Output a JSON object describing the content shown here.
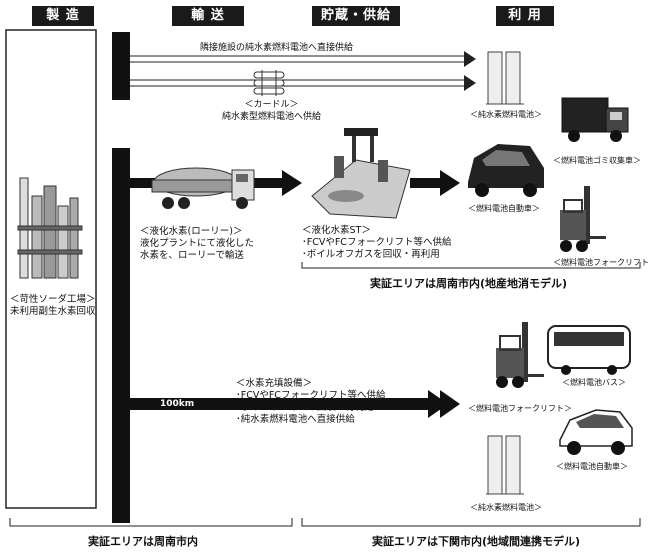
{
  "headers": [
    "製 造",
    "輸 送",
    "貯蔵・供給",
    "利 用"
  ],
  "pipeline_text": "隣接施設の純水素燃料電池へ直接供給",
  "curdle_text": "＜カードル＞\n純水素型燃料電池へ供給",
  "lorry_text": "＜液化水素(ローリー)＞\n液化プラントにて液化した\n水素を、ローリーで輸送",
  "factory_text": "＜苛性ソーダ工場＞\n未利用副生水素回収",
  "station_text": "＜液化水素ST＞\n･FCVやFCフォークリフト等へ供給\n･ボイルオフガスを回収・再利用",
  "area1_title": "実証エリアは周南市内(地産地消モデル)",
  "distance_label": "100km",
  "facility_text": "＜水素充填設備＞\n･FCVやFCフォークリフト等へ供給\n･ボイルオフガスの回収・再利用\n･純水素燃料電池へ直接供給",
  "captions": {
    "fuel_cell_1": "＜純水素燃料電池＞",
    "garbage_truck": "＜燃料電池ゴミ収集車＞",
    "fc_vehicle_1": "＜燃料電池自動車＞",
    "forklift_1": "＜燃料電池フォークリフト＞",
    "fc_bus": "＜燃料電池バス＞",
    "forklift_2": "＜燃料電池フォークリフト＞",
    "fc_vehicle_2": "＜燃料電池自動車＞",
    "fuel_cell_2": "＜純水素燃料電池＞"
  },
  "bottom_left": "実証エリアは周南市内",
  "bottom_right": "実証エリアは下関市内(地域間連携モデル)"
}
